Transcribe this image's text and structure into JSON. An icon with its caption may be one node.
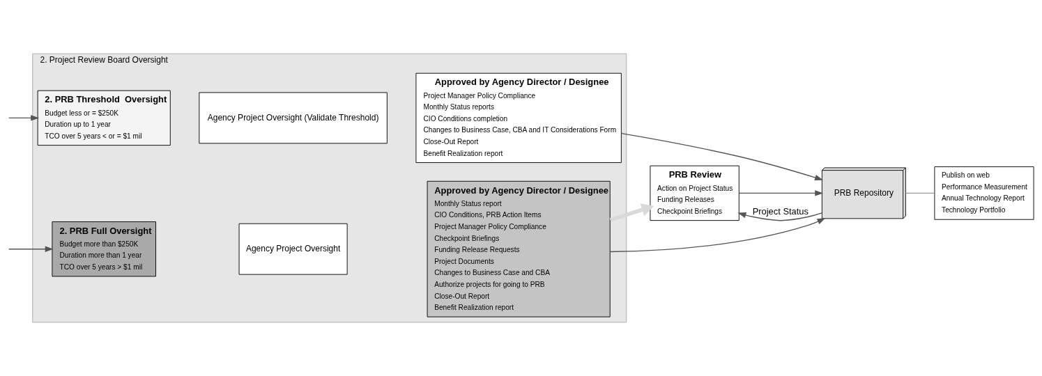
{
  "diagram": {
    "nodes": [
      {
        "text": [
          "2. Project Review Board Oversight"
        ]
      },
      {
        "text": [
          "2. PRB Threshold  Oversight",
          "Budget less or = $250K",
          "Duration up to 1 year",
          "TCO over 5 years < or = $1 mil"
        ],
        "in": 0
      },
      {
        "text": [
          "Agency Project Oversight (Validate Threshold)"
        ],
        "in": 0
      },
      {
        "text": [
          "Approved by Agency Director / Designee",
          "Project Manager Policy Compliance",
          "Monthly Status reports",
          "CIO Conditions completion",
          "Changes to Business Case, CBA and IT Considerations Form",
          "Close-Out Report",
          "Benefit Realization report"
        ],
        "in": 0
      },
      {
        "text": [
          "2. PRB Full Oversight",
          "Budget more than $250K",
          "Duration more than 1 year",
          "TCO over 5 years > $1 mil"
        ],
        "in": 0
      },
      {
        "text": [
          "Agency Project Oversight"
        ],
        "in": 0
      },
      {
        "text": [
          "Approved by Agency Director / Designee",
          "Monthly Status report",
          "CIO Conditions, PRB Action Items",
          "Project Manager Policy Compliance",
          "Checkpoint Briefings",
          "Funding Release Requests",
          "Project Documents",
          "Changes to Business Case and CBA",
          "Authorize projects for going to PRB",
          "Close-Out Report",
          "Benefit Realization report"
        ],
        "in": 0
      },
      {
        "text": [
          "PRB Review",
          "Action on Project Status",
          "Funding Releases",
          "Checkpoint Briefings"
        ]
      },
      {
        "text": [
          "PRB Repository"
        ]
      },
      {
        "text": [
          "Publish on web",
          "Performance Measurement",
          "Annual Technology Report",
          "Technology Portfolio"
        ]
      }
    ],
    "edges": [
      {
        "from": null,
        "to": 1,
        "arrow": "to"
      },
      {
        "from": null,
        "to": 4,
        "arrow": "to"
      },
      {
        "from": 3,
        "to": 8,
        "arrow": "to"
      },
      {
        "from": 6,
        "to": 8,
        "arrow": "to"
      },
      {
        "from": 8,
        "to": 7,
        "arrow": "to",
        "label": "Project Status"
      },
      {
        "from": 6,
        "to": 7,
        "arrow": "to",
        "style": "thick",
        "color": "#d9d9d9"
      },
      {
        "from": 7,
        "to": 8,
        "arrow": "to"
      },
      {
        "from": 8,
        "to": 9,
        "arrow": "none",
        "color": "#999999"
      }
    ]
  }
}
